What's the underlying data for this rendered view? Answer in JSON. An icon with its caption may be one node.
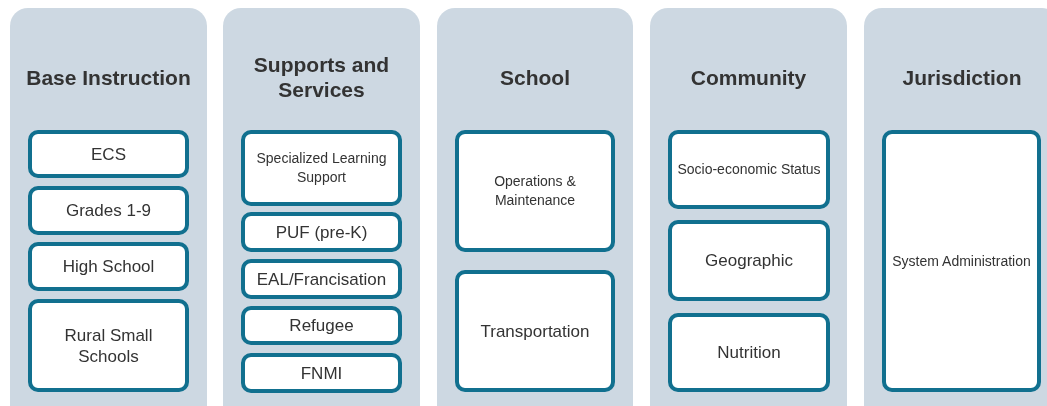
{
  "diagram": {
    "nodes": [
      {
        "text": [
          "Base Instruction"
        ]
      },
      {
        "text": [
          "ECS"
        ],
        "in": 0
      },
      {
        "text": [
          "Grades 1-9"
        ],
        "in": 0
      },
      {
        "text": [
          "High School"
        ],
        "in": 0
      },
      {
        "text": [
          "Rural Small Schools"
        ],
        "in": 0
      },
      {
        "text": [
          "Supports and Services"
        ]
      },
      {
        "text": [
          "Specialized Learning Support"
        ],
        "in": 5
      },
      {
        "text": [
          "PUF (pre-K)"
        ],
        "in": 5
      },
      {
        "text": [
          "EAL/Francisation"
        ],
        "in": 5
      },
      {
        "text": [
          "Refugee"
        ],
        "in": 5
      },
      {
        "text": [
          "FNMI"
        ],
        "in": 5
      },
      {
        "text": [
          "School"
        ]
      },
      {
        "text": [
          "Operations & Maintenance"
        ],
        "in": 11
      },
      {
        "text": [
          "Transportation"
        ],
        "in": 11
      },
      {
        "text": [
          "Community"
        ]
      },
      {
        "text": [
          "Socio-economic Status"
        ],
        "in": 14
      },
      {
        "text": [
          "Geographic"
        ],
        "in": 14
      },
      {
        "text": [
          "Nutrition"
        ],
        "in": 14
      },
      {
        "text": [
          "Jurisdiction"
        ]
      },
      {
        "text": [
          "System Administration"
        ],
        "in": 18
      }
    ]
  }
}
